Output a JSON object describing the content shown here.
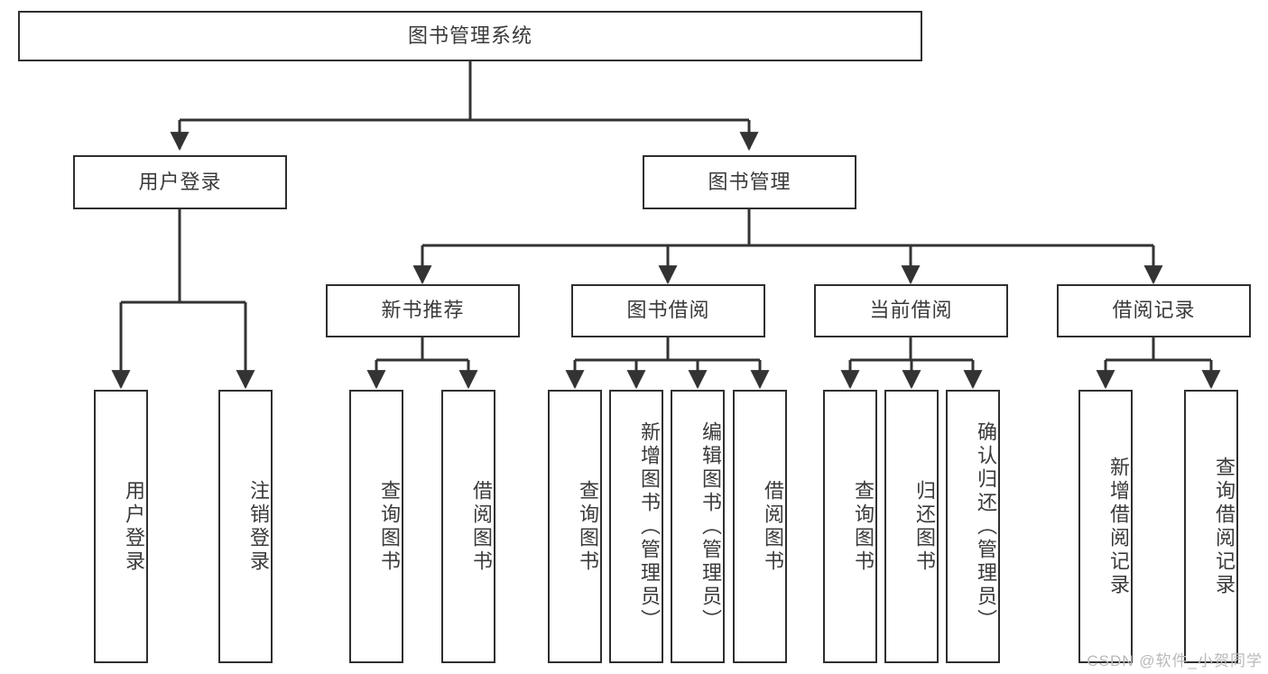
{
  "diagram": {
    "title": "图书管理系统",
    "type": "hierarchy-tree",
    "watermark": "CSDN @软件_小贺同学",
    "colors": {
      "background": "#ffffff",
      "box_border": "#2f2f2f",
      "box_fill": "#ffffff",
      "text": "#3a3a3a",
      "connector": "#333333",
      "watermark": "#b9b9b9"
    },
    "levels": {
      "root": {
        "label": "图书管理系统"
      },
      "level2": [
        {
          "id": "user-login",
          "label": "用户登录"
        },
        {
          "id": "book-management",
          "label": "图书管理"
        }
      ],
      "level3": [
        {
          "id": "new-book-recommend",
          "label": "新书推荐",
          "parent": "book-management"
        },
        {
          "id": "book-borrow",
          "label": "图书借阅",
          "parent": "book-management"
        },
        {
          "id": "current-borrow",
          "label": "当前借阅",
          "parent": "book-management"
        },
        {
          "id": "borrow-record",
          "label": "借阅记录",
          "parent": "book-management"
        }
      ],
      "leaves": [
        {
          "id": "leaf-user-login",
          "label": "用户登录",
          "parent": "user-login"
        },
        {
          "id": "leaf-logout",
          "label": "注销登录",
          "parent": "user-login"
        },
        {
          "id": "leaf-query-book-1",
          "label": "查询图书",
          "parent": "new-book-recommend"
        },
        {
          "id": "leaf-borrow-book-1",
          "label": "借阅图书",
          "parent": "new-book-recommend"
        },
        {
          "id": "leaf-query-book-2",
          "label": "查询图书",
          "parent": "book-borrow"
        },
        {
          "id": "leaf-add-book",
          "label": "新增图书（管理员）",
          "parent": "book-borrow"
        },
        {
          "id": "leaf-edit-book",
          "label": "编辑图书（管理员）",
          "parent": "book-borrow"
        },
        {
          "id": "leaf-borrow-book-2",
          "label": "借阅图书",
          "parent": "book-borrow"
        },
        {
          "id": "leaf-query-book-3",
          "label": "查询图书",
          "parent": "current-borrow"
        },
        {
          "id": "leaf-return-book",
          "label": "归还图书",
          "parent": "current-borrow"
        },
        {
          "id": "leaf-confirm-return",
          "label": "确认归还（管理员）",
          "parent": "current-borrow"
        },
        {
          "id": "leaf-add-record",
          "label": "新增借阅记录",
          "parent": "borrow-record"
        },
        {
          "id": "leaf-query-record",
          "label": "查询借阅记录",
          "parent": "borrow-record"
        }
      ]
    }
  }
}
